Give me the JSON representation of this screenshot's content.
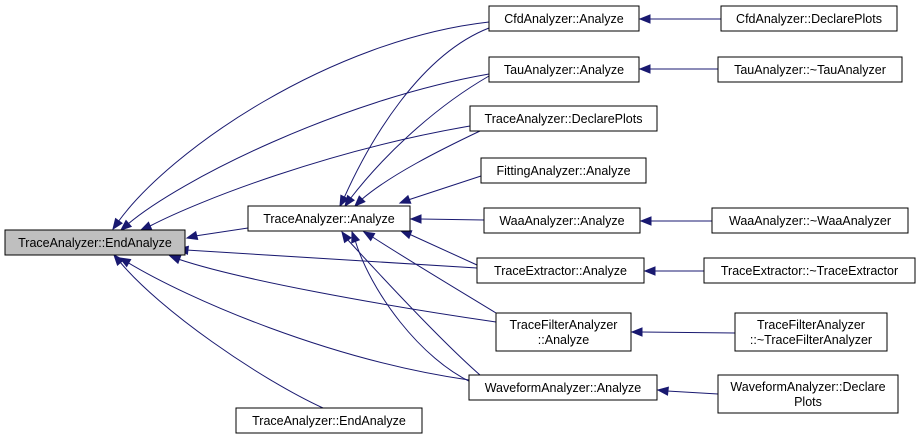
{
  "colors": {
    "edge": "#191970",
    "root_fill": "#bfbfbf",
    "node_fill": "#ffffff",
    "border": "#000000"
  },
  "nodes": {
    "end_analyze_root": [
      "TraceAnalyzer::EndAnalyze"
    ],
    "trace_analyze": [
      "TraceAnalyzer::Analyze"
    ],
    "end_analyze_bottom": [
      "TraceAnalyzer::EndAnalyze"
    ],
    "cfd_analyze": [
      "CfdAnalyzer::Analyze"
    ],
    "tau_analyze": [
      "TauAnalyzer::Analyze"
    ],
    "trace_declare": [
      "TraceAnalyzer::DeclarePlots"
    ],
    "fitting_analyze": [
      "FittingAnalyzer::Analyze"
    ],
    "waa_analyze": [
      "WaaAnalyzer::Analyze"
    ],
    "extractor_analyze": [
      "TraceExtractor::Analyze"
    ],
    "filter_analyze": [
      "TraceFilterAnalyzer",
      "::Analyze"
    ],
    "waveform_analyze": [
      "WaveformAnalyzer::Analyze"
    ],
    "cfd_declare": [
      "CfdAnalyzer::DeclarePlots"
    ],
    "tau_dtor": [
      "TauAnalyzer::~TauAnalyzer"
    ],
    "waa_dtor": [
      "WaaAnalyzer::~WaaAnalyzer"
    ],
    "extractor_dtor": [
      "TraceExtractor::~TraceExtractor"
    ],
    "filter_dtor": [
      "TraceFilterAnalyzer",
      "::~TraceFilterAnalyzer"
    ],
    "waveform_declare": [
      "WaveformAnalyzer::Declare",
      "Plots"
    ]
  }
}
